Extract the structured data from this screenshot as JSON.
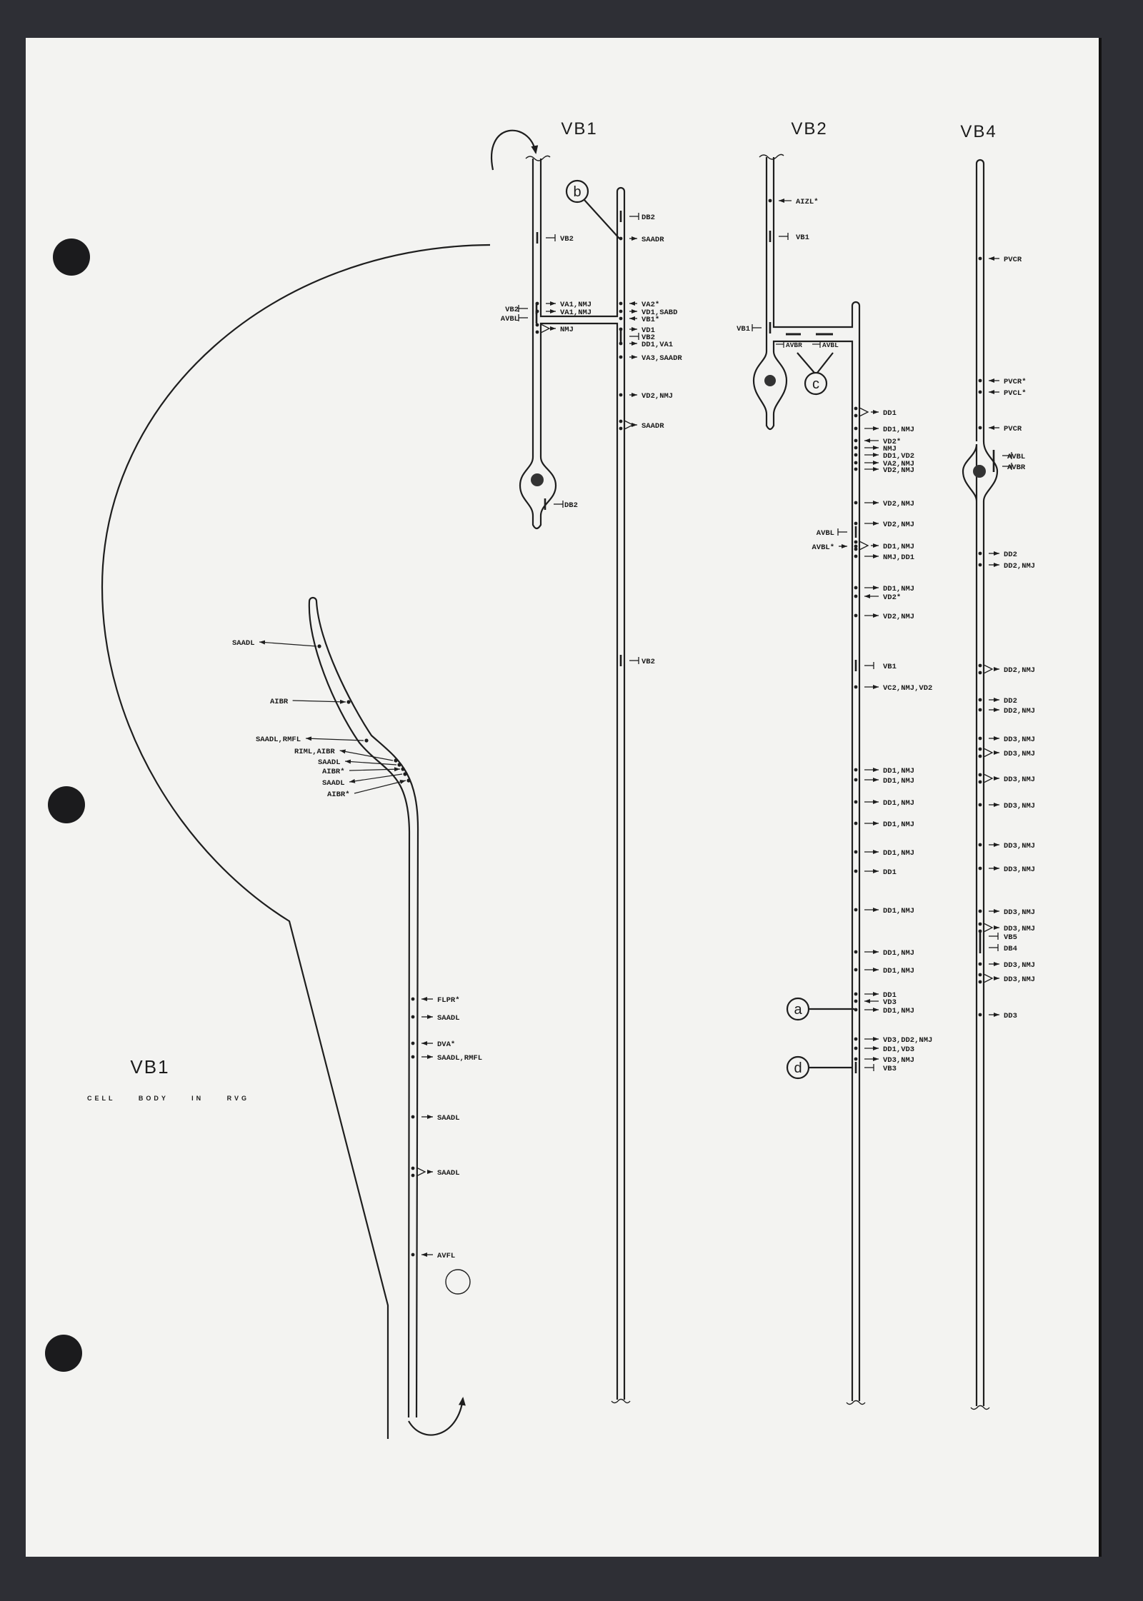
{
  "vb1": {
    "title": "VB1",
    "callout_b": "b",
    "upper_left": [
      {
        "text": "VB2",
        "type": "gap"
      },
      {
        "text": "VA1,NMJ",
        "type": "out"
      },
      {
        "text": "VA1,NMJ",
        "type": "out"
      },
      {
        "text": "NMJ",
        "type": "dyad"
      }
    ],
    "upper_left_left": [
      {
        "text": "VB2",
        "type": "gap"
      },
      {
        "text": "AVBL",
        "type": "gap"
      }
    ],
    "soma": [
      {
        "text": "DB2",
        "type": "gap"
      }
    ],
    "right": [
      {
        "text": "DB2",
        "type": "gap"
      },
      {
        "text": "SAADR",
        "type": "out"
      },
      {
        "text": "VA2*",
        "type": "in"
      },
      {
        "text": "VD1,SABD",
        "type": "out"
      },
      {
        "text": "VB1*",
        "type": "in"
      },
      {
        "text": "VD1",
        "type": "out"
      },
      {
        "text": "VB2",
        "type": "gap"
      },
      {
        "text": "DD1,VA1",
        "type": "out"
      },
      {
        "text": "VA3,SAADR",
        "type": "out"
      },
      {
        "text": "VD2,NMJ",
        "type": "out"
      },
      {
        "text": "SAADR",
        "type": "dyad"
      },
      {
        "text": "VB2",
        "type": "gap"
      }
    ],
    "curve": [
      {
        "text": "SAADL",
        "type": "out"
      },
      {
        "text": "AIBR",
        "type": "in"
      },
      {
        "text": "SAADL,RMFL",
        "type": "out"
      },
      {
        "text": "RIML,AIBR",
        "type": "out"
      },
      {
        "text": "SAADL",
        "type": "out"
      },
      {
        "text": "AIBR*",
        "type": "in"
      },
      {
        "text": "SAADL",
        "type": "out"
      },
      {
        "text": "AIBR*",
        "type": "in"
      }
    ],
    "lower": [
      {
        "text": "FLPR*",
        "type": "in"
      },
      {
        "text": "SAADL",
        "type": "out"
      },
      {
        "text": "DVA*",
        "type": "in"
      },
      {
        "text": "SAADL,RMFL",
        "type": "out"
      },
      {
        "text": "SAADL",
        "type": "out"
      },
      {
        "text": "SAADL",
        "type": "dyad"
      },
      {
        "text": "AVFL",
        "type": "in"
      }
    ],
    "caption_title": "VB1",
    "caption_subtitle": "CELL BODY IN RVG"
  },
  "vb2": {
    "title": "VB2",
    "callout_a": "a",
    "callout_c": "c",
    "callout_d": "d",
    "left": [
      {
        "text": "AIZL*",
        "type": "in"
      },
      {
        "text": "VB1",
        "type": "gap"
      }
    ],
    "left_left": [
      {
        "text": "VB1",
        "type": "gap"
      }
    ],
    "bridge": [
      {
        "text": "AVBR",
        "type": "gap"
      },
      {
        "text": "AVBL",
        "type": "gap"
      }
    ],
    "right_left": [
      {
        "text": "AVBL",
        "type": "gap"
      },
      {
        "text": "AVBL*",
        "type": "in"
      }
    ],
    "right": [
      {
        "text": "DD1",
        "type": "dyad"
      },
      {
        "text": "DD1,NMJ",
        "type": "out"
      },
      {
        "text": "VD2*",
        "type": "in"
      },
      {
        "text": "NMJ",
        "type": "out"
      },
      {
        "text": "DD1,VD2",
        "type": "out"
      },
      {
        "text": "VA2,NMJ",
        "type": "out"
      },
      {
        "text": "VD2,NMJ",
        "type": "out"
      },
      {
        "text": "VD2,NMJ",
        "type": "out"
      },
      {
        "text": "VD2,NMJ",
        "type": "out"
      },
      {
        "text": "DD1,NMJ",
        "type": "dyad"
      },
      {
        "text": "NMJ,DD1",
        "type": "out"
      },
      {
        "text": "DD1,NMJ",
        "type": "out"
      },
      {
        "text": "VD2*",
        "type": "in"
      },
      {
        "text": "VD2,NMJ",
        "type": "out"
      },
      {
        "text": "VB1",
        "type": "gap"
      },
      {
        "text": "VC2,NMJ,VD2",
        "type": "out"
      },
      {
        "text": "DD1,NMJ",
        "type": "out"
      },
      {
        "text": "DD1,NMJ",
        "type": "out"
      },
      {
        "text": "DD1,NMJ",
        "type": "out"
      },
      {
        "text": "DD1,NMJ",
        "type": "out"
      },
      {
        "text": "DD1,NMJ",
        "type": "out"
      },
      {
        "text": "DD1",
        "type": "out"
      },
      {
        "text": "DD1,NMJ",
        "type": "out"
      },
      {
        "text": "DD1,NMJ",
        "type": "out"
      },
      {
        "text": "DD1,NMJ",
        "type": "out"
      },
      {
        "text": "DD1",
        "type": "out"
      },
      {
        "text": "VD3",
        "type": "in"
      },
      {
        "text": "DD1,NMJ",
        "type": "out"
      },
      {
        "text": "VD3,DD2,NMJ",
        "type": "out"
      },
      {
        "text": "DD1,VD3",
        "type": "out"
      },
      {
        "text": "VD3,NMJ",
        "type": "out"
      },
      {
        "text": "VB3",
        "type": "gap"
      }
    ]
  },
  "vb4": {
    "title": "VB4",
    "axon_anterior": [
      {
        "text": "PVCR",
        "type": "in"
      },
      {
        "text": "PVCR*",
        "type": "in"
      },
      {
        "text": "PVCL*",
        "type": "in"
      },
      {
        "text": "PVCR",
        "type": "in"
      }
    ],
    "soma": [
      {
        "text": "AVBL",
        "type": "gap"
      },
      {
        "text": "AVBR",
        "type": "gap"
      }
    ],
    "axon_posterior": [
      {
        "text": "DD2",
        "type": "out"
      },
      {
        "text": "DD2,NMJ",
        "type": "out"
      },
      {
        "text": "DD2,NMJ",
        "type": "dyad"
      },
      {
        "text": "DD2",
        "type": "out"
      },
      {
        "text": "DD2,NMJ",
        "type": "out"
      },
      {
        "text": "DD3,NMJ",
        "type": "out"
      },
      {
        "text": "DD3,NMJ",
        "type": "dyad"
      },
      {
        "text": "DD3,NMJ",
        "type": "dyad"
      },
      {
        "text": "DD3,NMJ",
        "type": "out"
      },
      {
        "text": "DD3,NMJ",
        "type": "out"
      },
      {
        "text": "DD3,NMJ",
        "type": "out"
      },
      {
        "text": "DD3,NMJ",
        "type": "out"
      },
      {
        "text": "DD3,NMJ",
        "type": "dyad"
      },
      {
        "text": "VB5",
        "type": "gap"
      },
      {
        "text": "DB4",
        "type": "gap"
      },
      {
        "text": "DD3,NMJ",
        "type": "out"
      },
      {
        "text": "DD3,NMJ",
        "type": "dyad"
      },
      {
        "text": "DD3",
        "type": "out"
      }
    ]
  },
  "colors": {
    "background": "#2e2f35",
    "paper": "#f3f3f1",
    "ink": "#1e1e1e"
  }
}
